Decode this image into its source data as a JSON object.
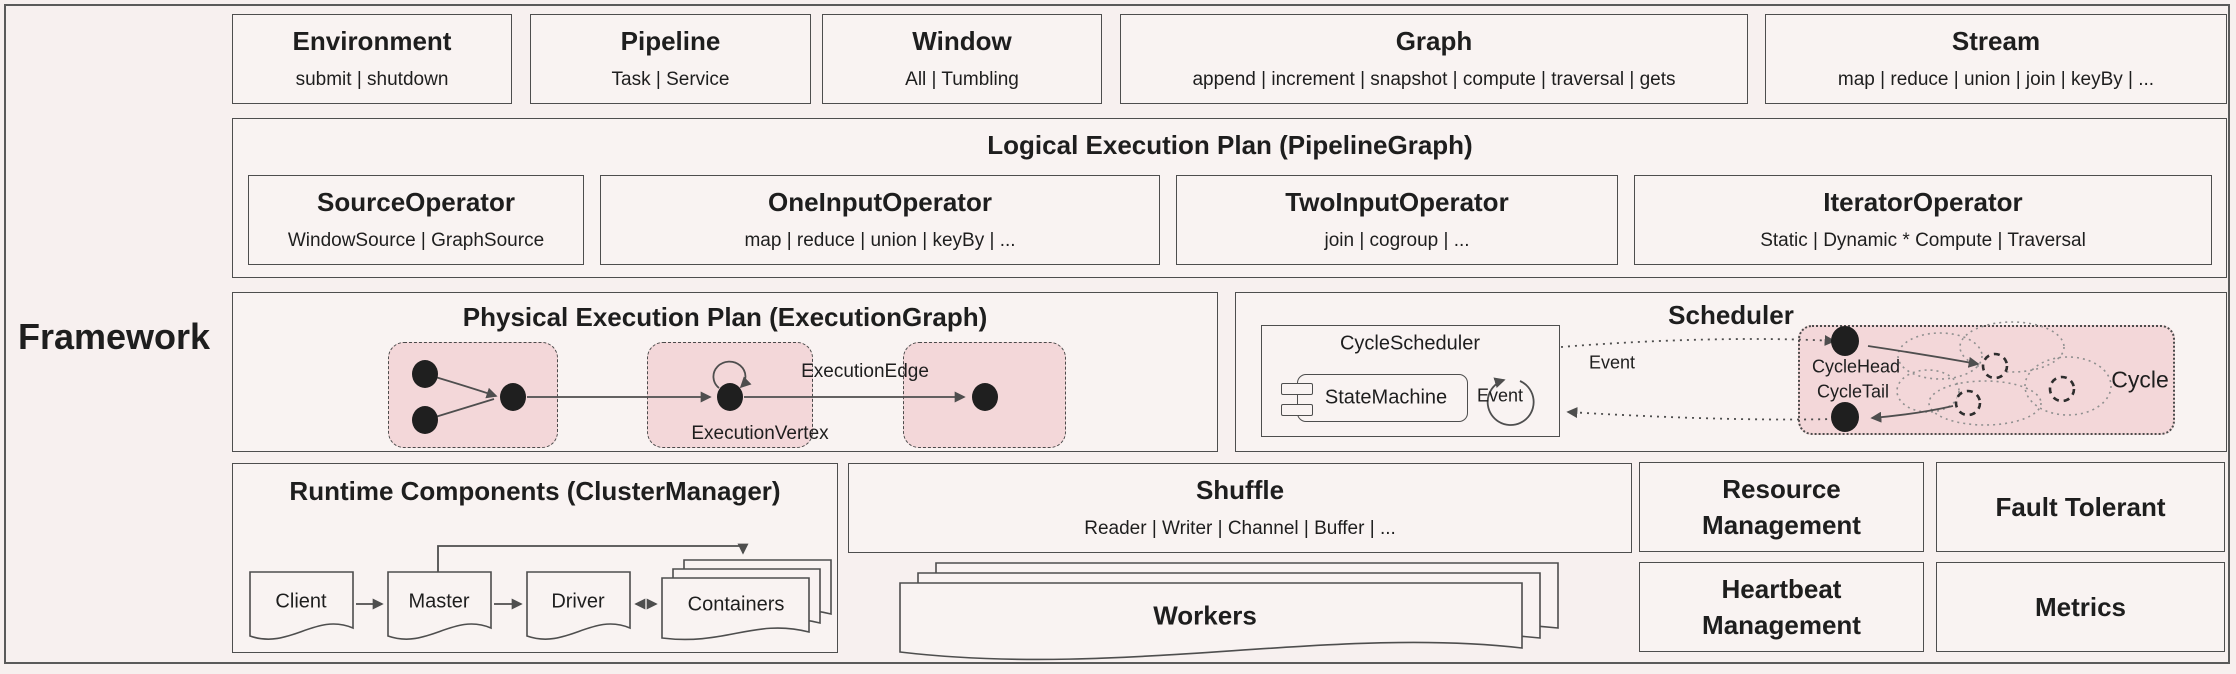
{
  "framework_label": "Framework",
  "colors": {
    "background": "#f7f0ef",
    "box_fill": "#f9f3f2",
    "pink_fill": "#f3d7d9",
    "border": "#4e4e4e",
    "text": "#1e1e1e"
  },
  "api_row": [
    {
      "title": "Environment",
      "subtitle": "submit | shutdown"
    },
    {
      "title": "Pipeline",
      "subtitle": "Task | Service"
    },
    {
      "title": "Window",
      "subtitle": "All | Tumbling"
    },
    {
      "title": "Graph",
      "subtitle": "append | increment | snapshot | compute | traversal | gets"
    },
    {
      "title": "Stream",
      "subtitle": "map | reduce | union | join | keyBy | ..."
    }
  ],
  "logical_plan": {
    "title": "Logical Execution Plan (PipelineGraph)",
    "operators": [
      {
        "title": "SourceOperator",
        "subtitle": "WindowSource | GraphSource"
      },
      {
        "title": "OneInputOperator",
        "subtitle": "map | reduce | union | keyBy | ..."
      },
      {
        "title": "TwoInputOperator",
        "subtitle": "join | cogroup | ..."
      },
      {
        "title": "IteratorOperator",
        "subtitle": "Static | Dynamic * Compute | Traversal"
      }
    ]
  },
  "physical_plan": {
    "title": "Physical Execution Plan (ExecutionGraph)",
    "execution_vertex_label": "ExecutionVertex",
    "execution_edge_label": "ExecutionEdge"
  },
  "scheduler": {
    "title": "Scheduler",
    "cycle_scheduler_label": "CycleScheduler",
    "state_machine_label": "StateMachine",
    "event_out_label": "Event",
    "event_in_label": "Event",
    "cycle_head_label": "CycleHead",
    "cycle_tail_label": "CycleTail",
    "cycle_label": "Cycle"
  },
  "runtime": {
    "title": "Runtime Components (ClusterManager)",
    "client_label": "Client",
    "master_label": "Master",
    "driver_label": "Driver",
    "containers_label": "Containers"
  },
  "shuffle": {
    "title": "Shuffle",
    "subtitle": "Reader | Writer | Channel | Buffer | ..."
  },
  "workers": {
    "title": "Workers"
  },
  "services": [
    {
      "label": "Resource Management"
    },
    {
      "label": "Fault Tolerant"
    },
    {
      "label": "Heartbeat Management"
    },
    {
      "label": "Metrics"
    }
  ]
}
